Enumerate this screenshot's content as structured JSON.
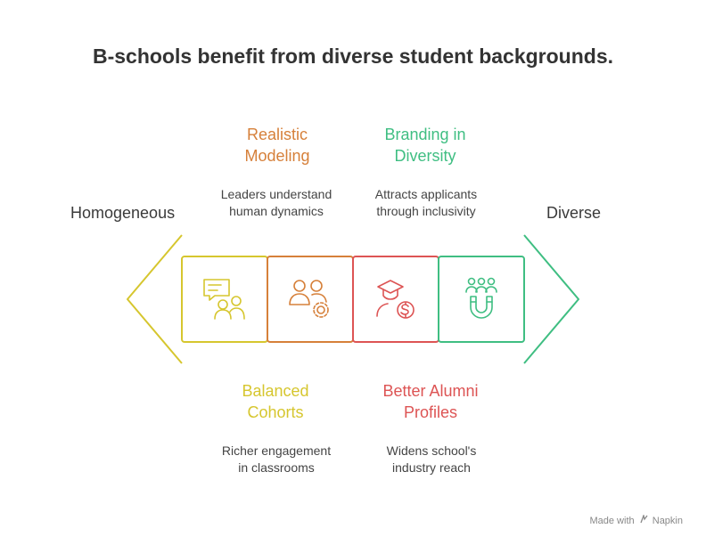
{
  "title": "B-schools benefit from diverse student backgrounds.",
  "ends": {
    "left": "Homogeneous",
    "right": "Diverse"
  },
  "colors": {
    "yellow": "#D6C62E",
    "orange": "#D6803A",
    "red": "#DD5454",
    "green": "#3FBE82"
  },
  "items": [
    {
      "heading": [
        "Balanced",
        "Cohorts"
      ],
      "desc": [
        "Richer engagement",
        "in classrooms"
      ],
      "icon": "chat-people-icon"
    },
    {
      "heading": [
        "Realistic",
        "Modeling"
      ],
      "desc": [
        "Leaders understand",
        "human dynamics"
      ],
      "icon": "people-gear-icon"
    },
    {
      "heading": [
        "Better Alumni",
        "Profiles"
      ],
      "desc": [
        "Widens school's",
        "industry reach"
      ],
      "icon": "graduate-dollar-icon"
    },
    {
      "heading": [
        "Branding in",
        "Diversity"
      ],
      "desc": [
        "Attracts applicants",
        "through inclusivity"
      ],
      "icon": "magnet-people-icon"
    }
  ],
  "footer": {
    "made_with": "Made with",
    "brand": "Napkin"
  }
}
